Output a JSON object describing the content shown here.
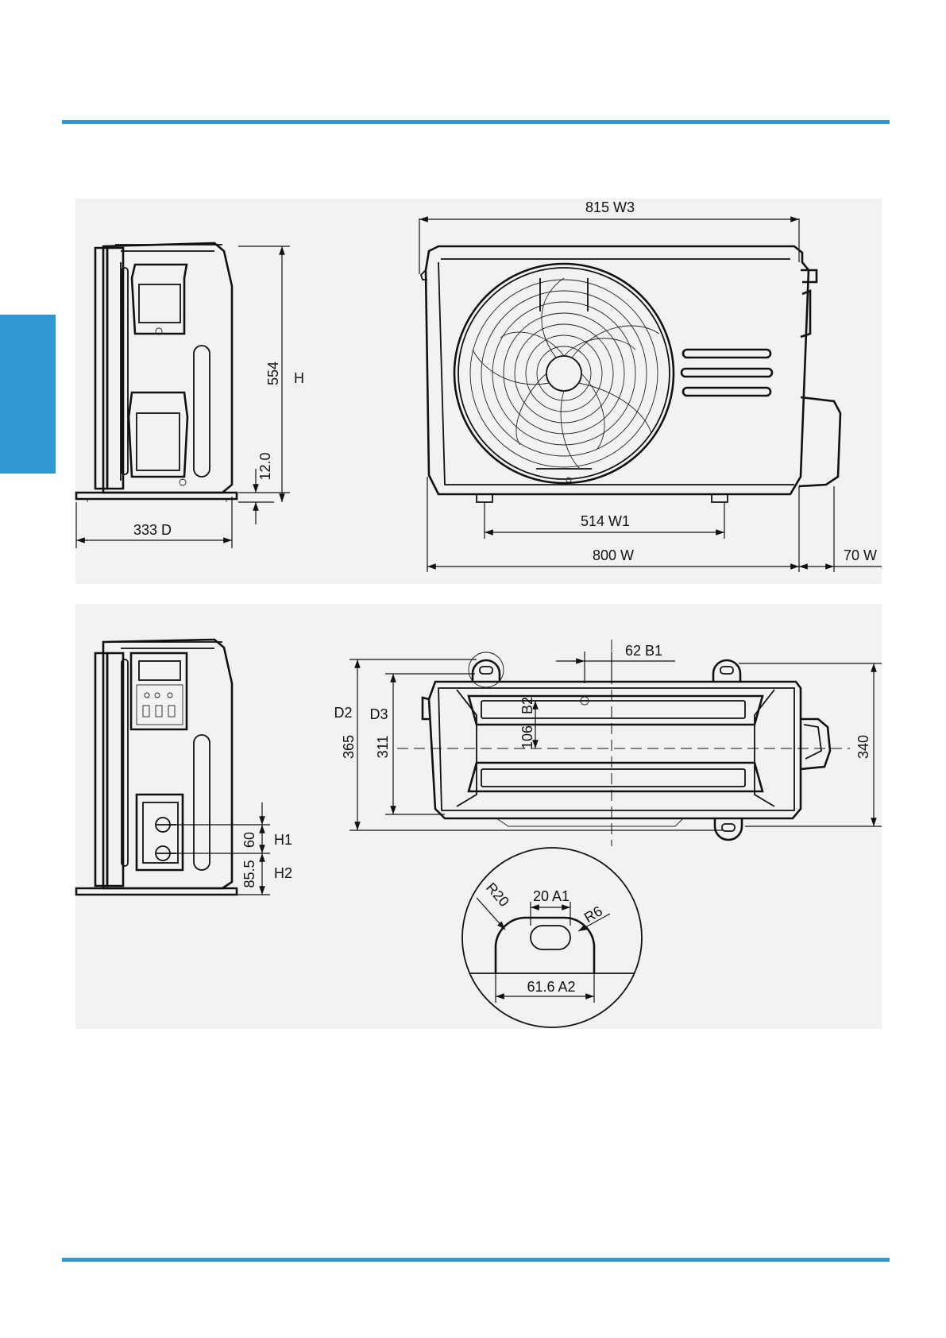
{
  "colors": {
    "accent": "#2f97d4",
    "line": "#111111",
    "panel": "#f2f2f2"
  },
  "dimensions": {
    "w3": "815  W3",
    "w1": "514  W1",
    "w": "800  W",
    "w2_partial": "70  W",
    "h": "554",
    "h_label": "H",
    "foot": "12.0",
    "d": "333  D",
    "b1": "62  B1",
    "b2": "B2",
    "b2_value": "106",
    "d2": "D2",
    "d3": "D3",
    "d2_value": "365",
    "d3_value": "311",
    "depth": "340",
    "h1_value": "60",
    "h1": "H1",
    "h2_value": "85.5",
    "h2": "H2",
    "r20": "R20",
    "a1": "20  A1",
    "r6": "R6",
    "a2": "61.6  A2"
  }
}
